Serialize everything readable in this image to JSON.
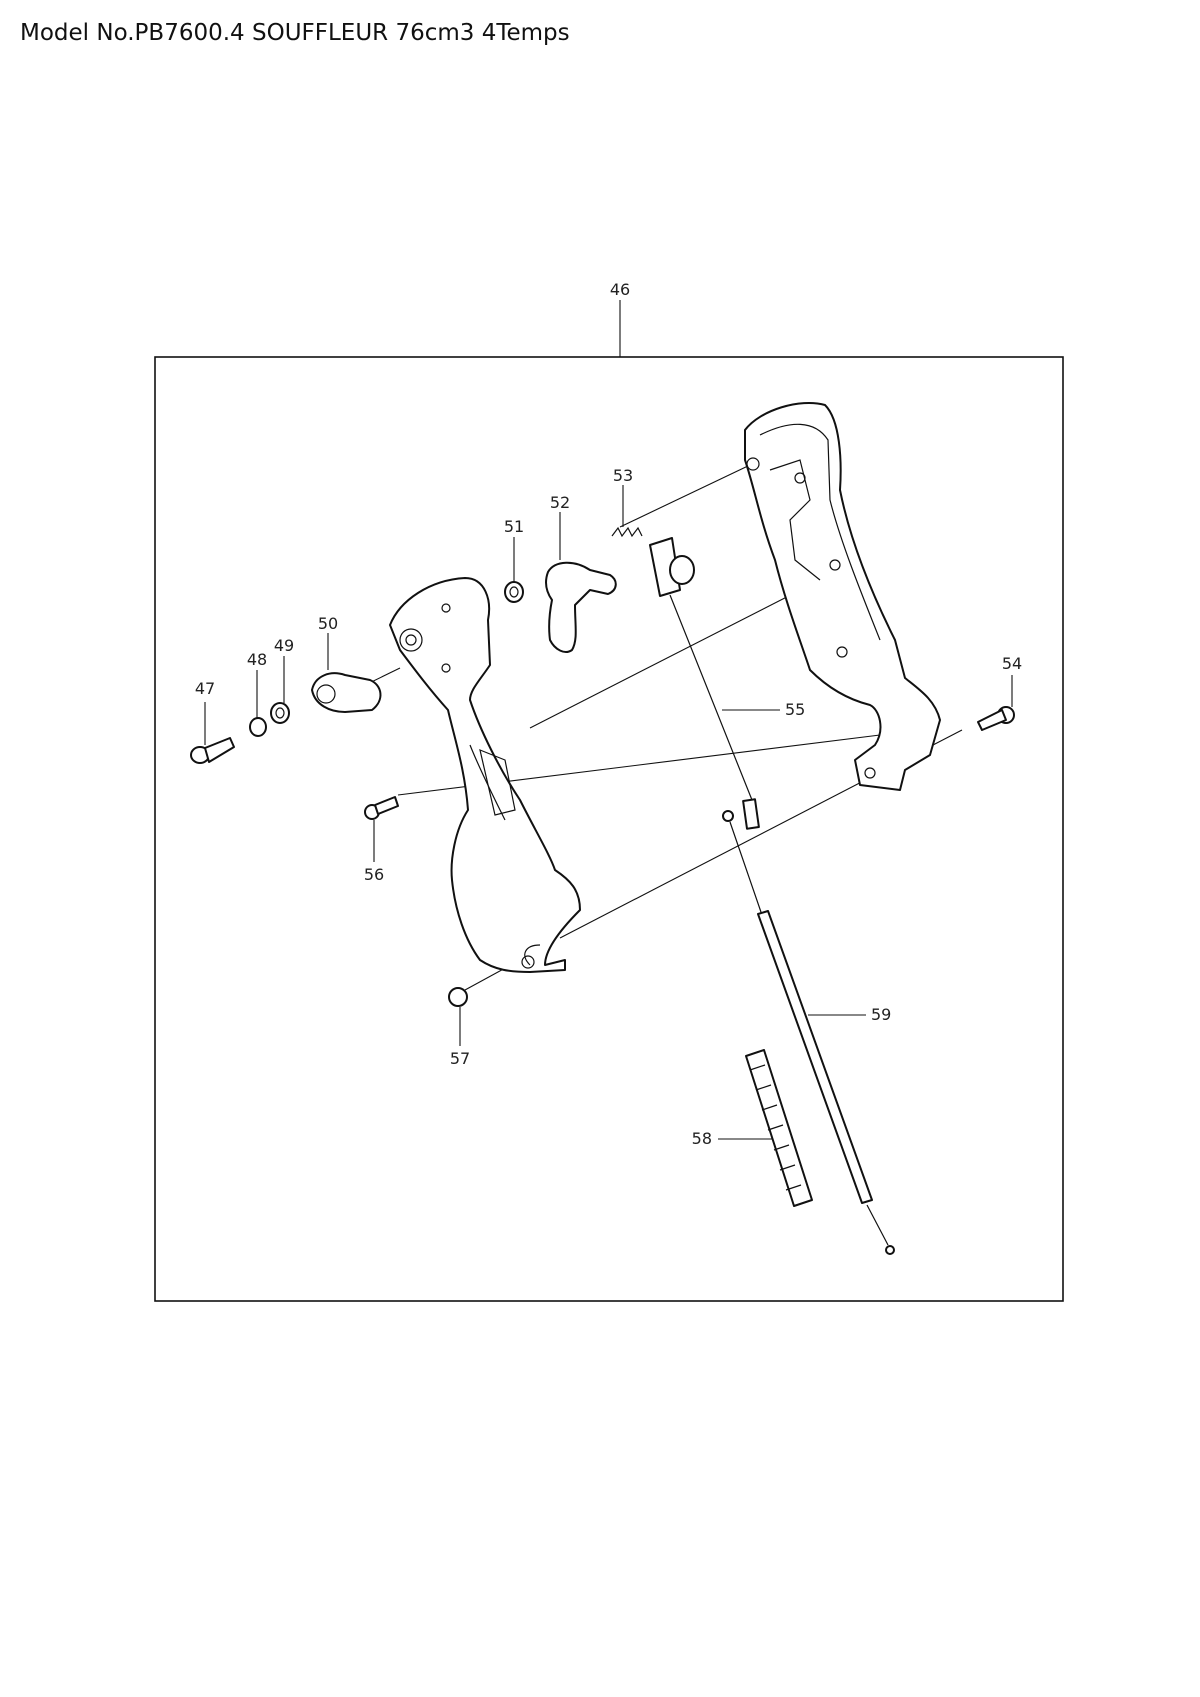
{
  "header": {
    "title": "Model No.PB7600.4 SOUFFLEUR 76cm3 4Temps"
  },
  "diagram": {
    "callouts": {
      "c46": "46",
      "c47": "47",
      "c48": "48",
      "c49": "49",
      "c50": "50",
      "c51": "51",
      "c52": "52",
      "c53": "53",
      "c54": "54",
      "c55": "55",
      "c56": "56",
      "c57": "57",
      "c58": "58",
      "c59": "59"
    }
  }
}
